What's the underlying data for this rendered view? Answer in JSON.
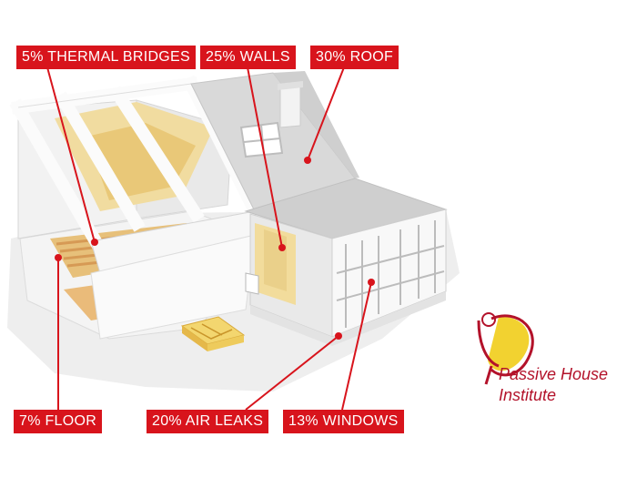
{
  "labels": {
    "thermal_bridges": "5% THERMAL BRIDGES",
    "walls": "25% WALLS",
    "roof": "30% ROOF",
    "floor": "7% FLOOR",
    "air_leaks": "20% AIR LEAKS",
    "windows": "13% WINDOWS"
  },
  "logo": {
    "line1": "Passive House",
    "line2": "Institute"
  },
  "colors": {
    "label_bg": "#d8141c",
    "logo_red": "#b3122a",
    "logo_yellow": "#f2d230"
  }
}
